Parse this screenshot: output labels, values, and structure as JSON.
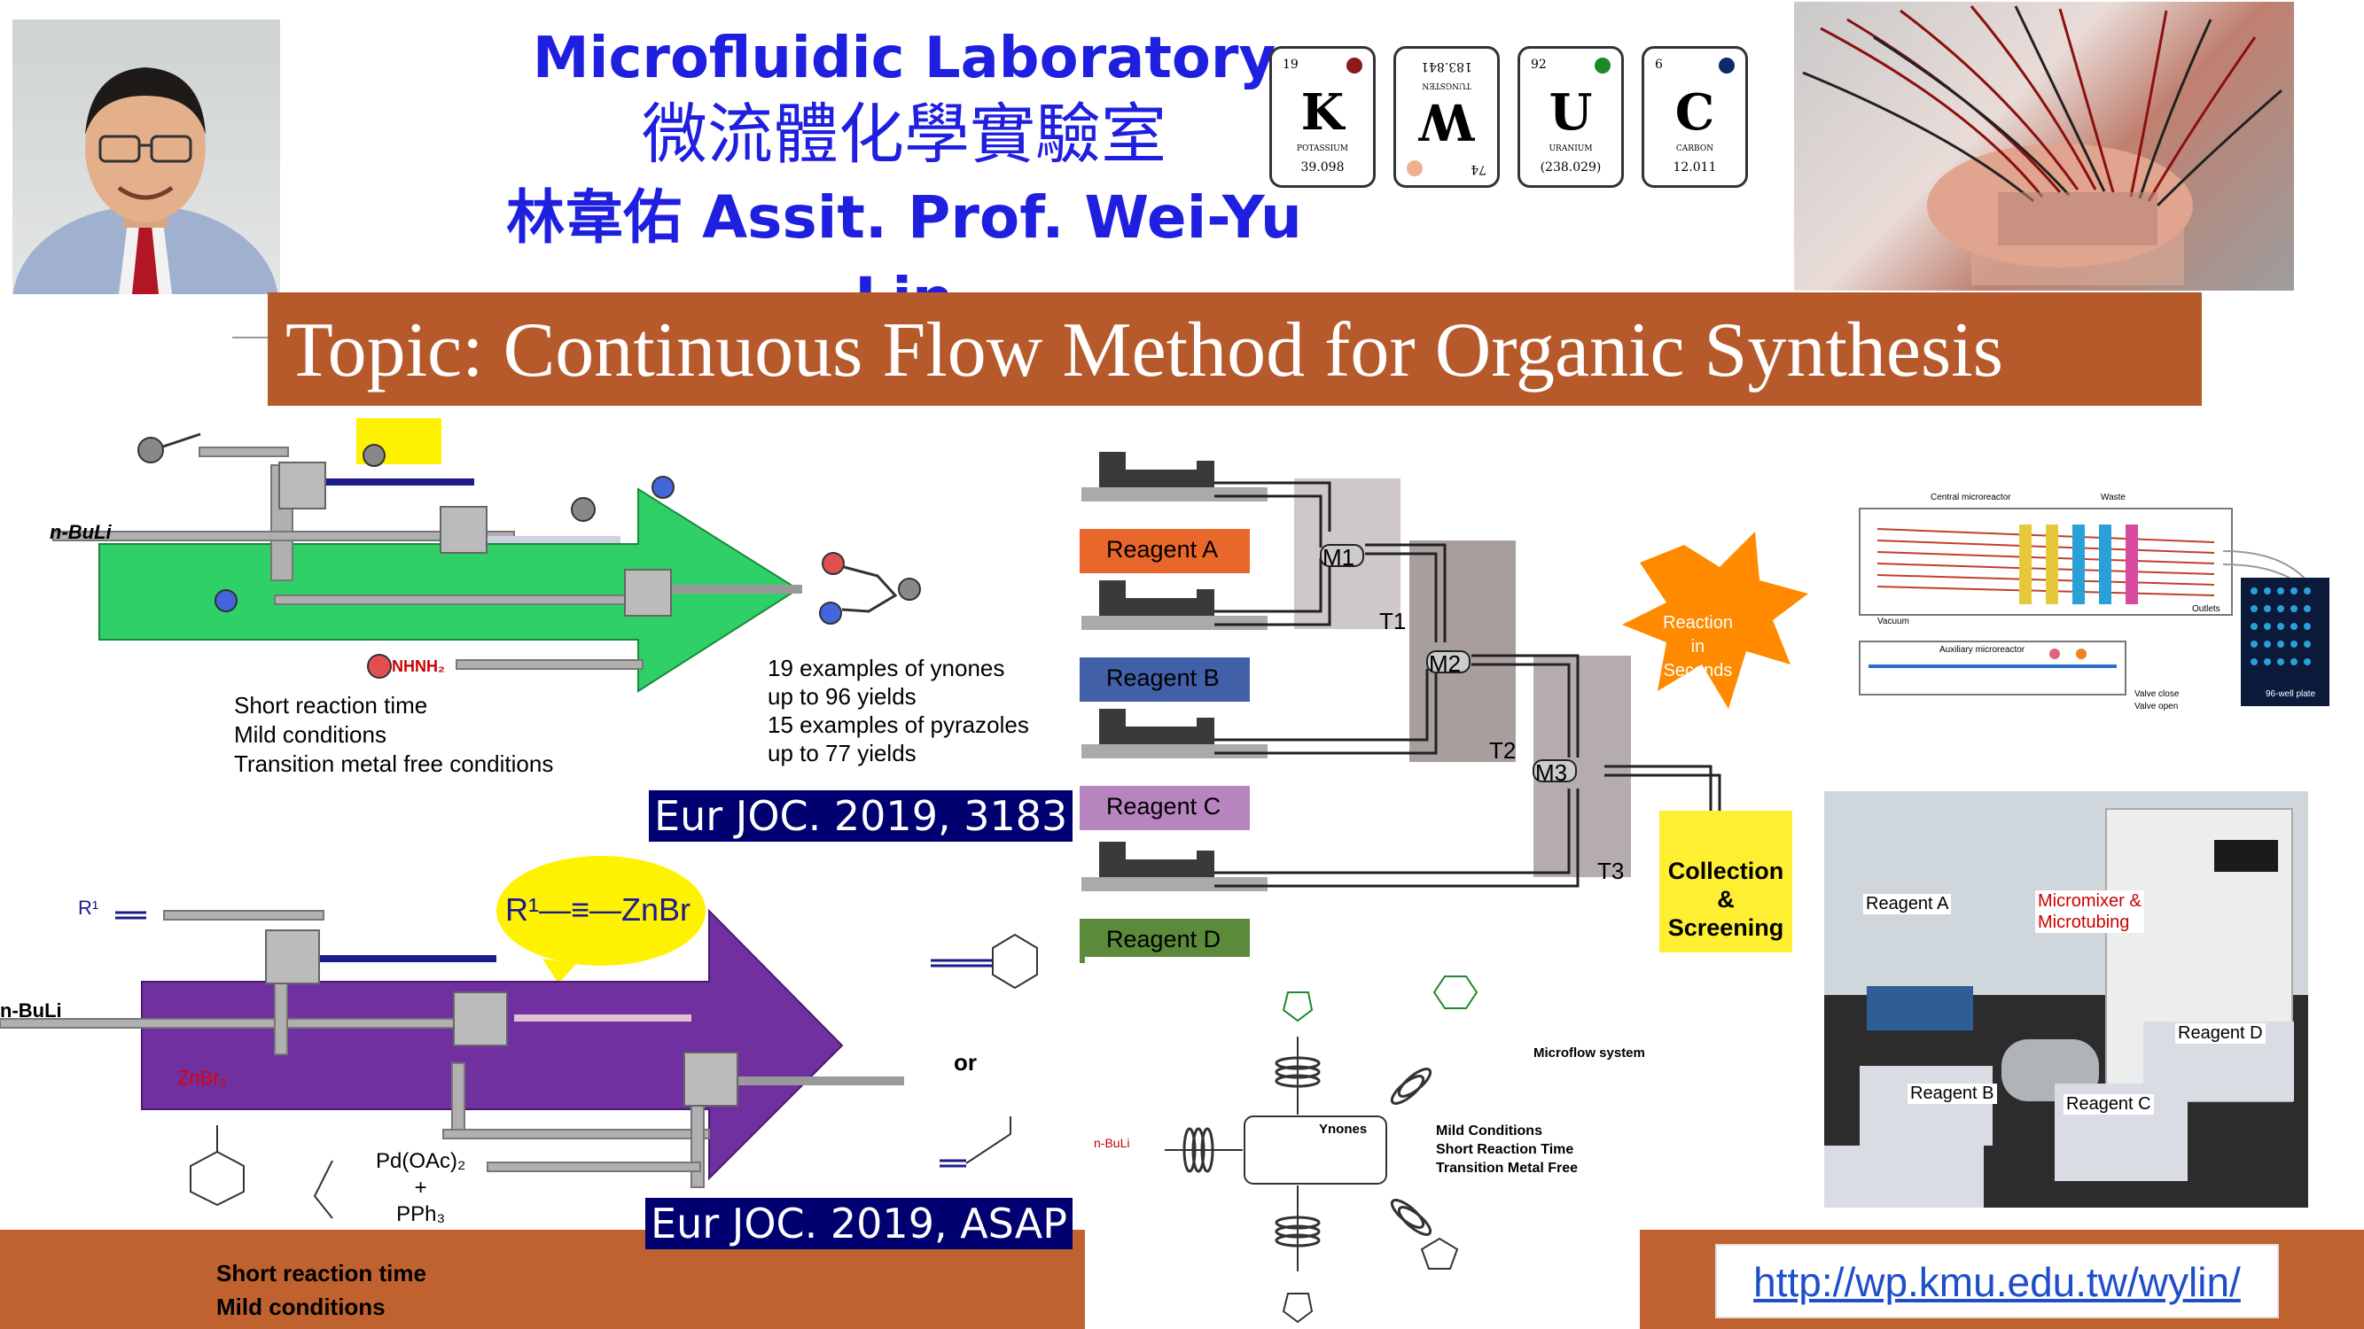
{
  "header": {
    "title_en": "Microfluidic Laboratory",
    "title_zh": "微流體化學實驗室",
    "author_line": "林韋佑 Assit. Prof. Wei-Yu Lin"
  },
  "element_tiles": [
    {
      "number": "19",
      "symbol": "K",
      "name": "POTASSIUM",
      "weight": "39.098",
      "dot": "#8b1a1a",
      "flipped": false
    },
    {
      "number": "74",
      "symbol": "W",
      "name": "TUNGSTEN",
      "weight": "183.841",
      "dot": "#f0b090",
      "flipped": true
    },
    {
      "number": "92",
      "symbol": "U",
      "name": "URANIUM",
      "weight": "(238.029)",
      "dot": "#1a8a2a",
      "flipped": false
    },
    {
      "number": "6",
      "symbol": "C",
      "name": "CARBON",
      "weight": "12.011",
      "dot": "#0d2a6b",
      "flipped": false
    }
  ],
  "topic": "Topic: Continuous Flow Method for Organic Synthesis",
  "scheme_top": {
    "reagent_left": "n-BuLi",
    "reagent_hydrazine": "NHNH₂",
    "conditions": [
      "Short reaction time",
      "Mild conditions",
      "Transition metal free conditions"
    ],
    "results": [
      "19 examples of ynones",
      "up to 96 yields",
      "15 examples of pyrazoles",
      "up to 77 yields"
    ],
    "journal": "Eur JOC. 2019, 3183",
    "arrow_color": "#2ed067"
  },
  "scheme_bottom": {
    "reagent_left": "n-BuLi",
    "r1_alkyne": "R¹",
    "bubble_text": "R¹—≡—ZnBr",
    "znbr": "ZnBr₂",
    "catalyst": [
      "Pd(OAc)₂",
      "+",
      "PPh₃"
    ],
    "or_label": "or",
    "conditions": [
      "Short reaction time",
      "Mild conditions"
    ],
    "journal": "Eur JOC. 2019, ASAP",
    "arrow_color": "#7030a0"
  },
  "flow_setup": {
    "reagents": [
      {
        "label": "Reagent A",
        "color": "#e9672b"
      },
      {
        "label": "Reagent B",
        "color": "#4260a8"
      },
      {
        "label": "Reagent C",
        "color": "#b884c0"
      },
      {
        "label": "Reagent D",
        "color": "#5a8a3a"
      }
    ],
    "mixers": [
      "M1",
      "M2",
      "M3"
    ],
    "tubes": [
      "T1",
      "T2",
      "T3"
    ],
    "starburst": [
      "Reaction",
      "in",
      "Seconds"
    ],
    "collection": [
      "Collection",
      "&",
      "Screening"
    ]
  },
  "lab_photo_labels": [
    "Reagent A",
    "Micromixer &",
    "Microtubing",
    "Reagent D",
    "Reagent B",
    "Reagent C"
  ],
  "scheme_small": {
    "ynones": "Ynones",
    "microflow": "Microflow system",
    "conditions": [
      "Mild Conditions",
      "Short Reaction Time",
      "Transition Metal Free"
    ],
    "reagent": "n-BuLi"
  },
  "microreactor_labels": {
    "central": "Central microreactor",
    "auxiliary": "Auxiliary microreactor",
    "waste": "Waste",
    "vacuum": "Vacuum",
    "plate": "96-well plate",
    "outlets": "Outlets",
    "valve_close": "Valve close",
    "valve_open": "Valve open"
  },
  "url": "http://wp.kmu.edu.tw/wylin/"
}
